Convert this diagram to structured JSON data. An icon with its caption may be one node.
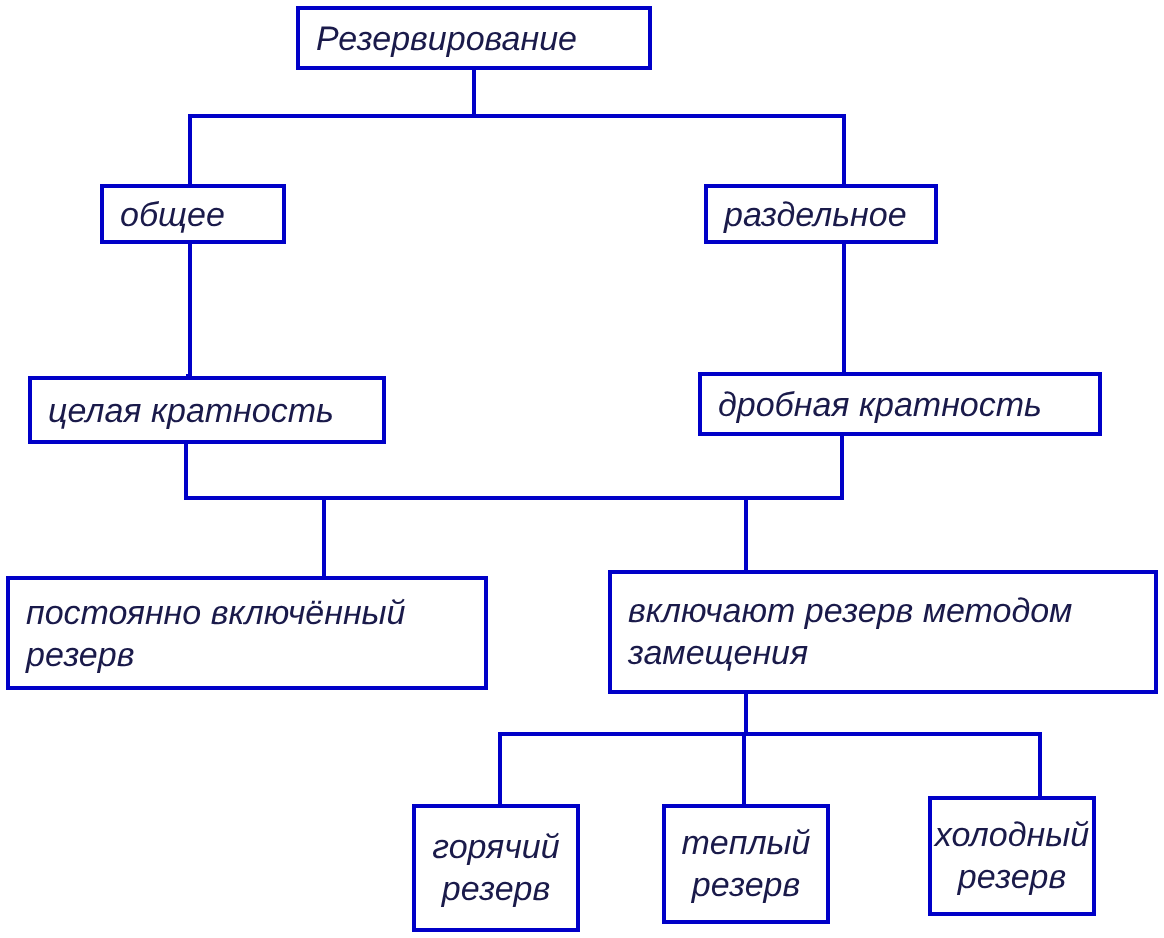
{
  "diagram": {
    "nodes": [
      {
        "text": [
          "Резервирование"
        ]
      },
      {
        "text": [
          "общее"
        ]
      },
      {
        "text": [
          "раздельное"
        ]
      },
      {
        "text": [
          "целая кратность"
        ]
      },
      {
        "text": [
          "дробная кратность"
        ]
      },
      {
        "text": [
          "постоянно включённый резерв"
        ]
      },
      {
        "text": [
          "включают резерв методом замещения"
        ]
      },
      {
        "text": [
          "горячий резерв"
        ]
      },
      {
        "text": [
          "теплый резерв"
        ]
      },
      {
        "text": [
          "холодный резерв"
        ]
      }
    ],
    "edges": [
      {
        "from": 0,
        "to": 1,
        "arrow": "none"
      },
      {
        "from": 0,
        "to": 2,
        "arrow": "none"
      },
      {
        "from": 1,
        "to": 3,
        "arrow": "none"
      },
      {
        "from": 2,
        "to": 4,
        "arrow": "none"
      },
      {
        "from": 3,
        "to": 5,
        "arrow": "none"
      },
      {
        "from": 3,
        "to": 6,
        "arrow": "none"
      },
      {
        "from": 4,
        "to": 5,
        "arrow": "none"
      },
      {
        "from": 4,
        "to": 6,
        "arrow": "none"
      },
      {
        "from": 6,
        "to": 7,
        "arrow": "none"
      },
      {
        "from": 6,
        "to": 8,
        "arrow": "none"
      },
      {
        "from": 6,
        "to": 9,
        "arrow": "none"
      }
    ]
  }
}
